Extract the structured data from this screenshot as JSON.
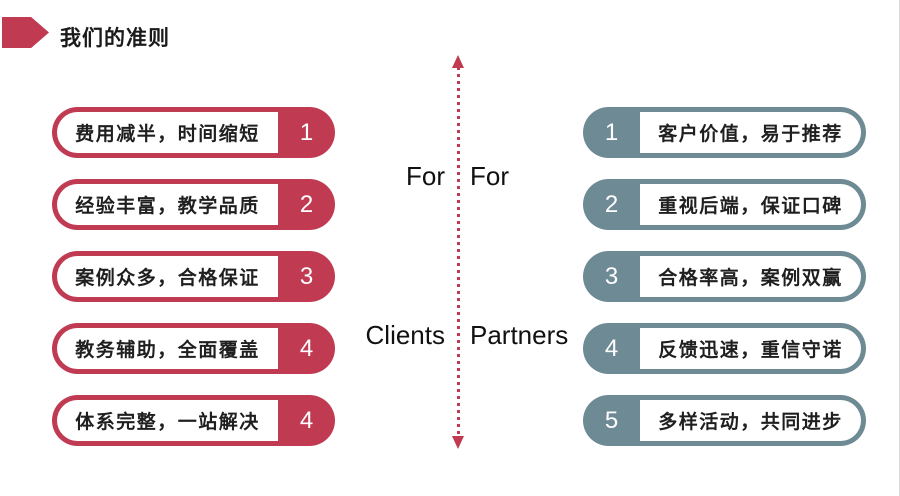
{
  "title": {
    "text": "我们的准则"
  },
  "colors": {
    "crimson": "#C03A52",
    "slate": "#6E8A94",
    "text": "#1F1F1F"
  },
  "divider": {
    "left_label_line1": "For",
    "left_label_line2": "Clients",
    "right_label_line1": "For",
    "right_label_line2": "Partners"
  },
  "left_column": {
    "items": [
      {
        "num": "1",
        "text": "费用减半，时间缩短"
      },
      {
        "num": "2",
        "text": "经验丰富，教学品质"
      },
      {
        "num": "3",
        "text": "案例众多，合格保证"
      },
      {
        "num": "4",
        "text": "教务辅助，全面覆盖"
      },
      {
        "num": "4",
        "text": "体系完整，一站解决"
      }
    ]
  },
  "right_column": {
    "items": [
      {
        "num": "1",
        "text": "客户价值，易于推荐"
      },
      {
        "num": "2",
        "text": "重视后端，保证口碑"
      },
      {
        "num": "3",
        "text": "合格率高，案例双赢"
      },
      {
        "num": "4",
        "text": "反馈迅速，重信守诺"
      },
      {
        "num": "5",
        "text": "多样活动，共同进步"
      }
    ]
  }
}
